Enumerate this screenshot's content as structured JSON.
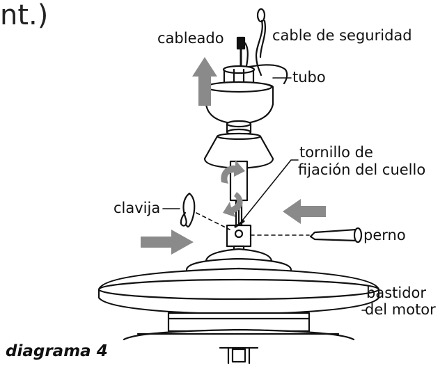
{
  "header_fragment": "nt.)",
  "labels": {
    "cableado": "cableado",
    "cable_seguridad": "cable de seguridad",
    "tubo": "tubo",
    "tornillo_line1": "tornillo de",
    "tornillo_line2": "fijación del cuello",
    "clavija": "clavija",
    "perno": "perno",
    "bastidor_line1": "bastidor",
    "bastidor_line2": "del motor"
  },
  "caption": "diagrama 4",
  "colors": {
    "line": "#111111",
    "arrow": "#8a8a8a",
    "fill": "#ffffff"
  }
}
